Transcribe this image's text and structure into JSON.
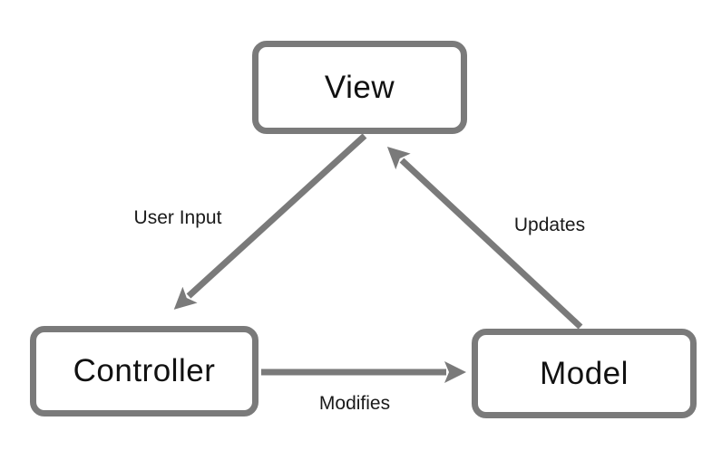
{
  "diagram": {
    "type": "architecture-diagram",
    "subject": "Model-View-Controller",
    "nodes": {
      "view": {
        "label": "View"
      },
      "controller": {
        "label": "Controller"
      },
      "model": {
        "label": "Model"
      }
    },
    "edges": {
      "user_input": {
        "label": "User Input",
        "from": "View",
        "to": "Controller"
      },
      "modifies": {
        "label": "Modifies",
        "from": "Controller",
        "to": "Model"
      },
      "updates": {
        "label": "Updates",
        "from": "Model",
        "to": "View"
      }
    },
    "colors": {
      "line_and_border": "#7a7a7a",
      "text": "#1a1a1a",
      "background": "#ffffff"
    }
  }
}
